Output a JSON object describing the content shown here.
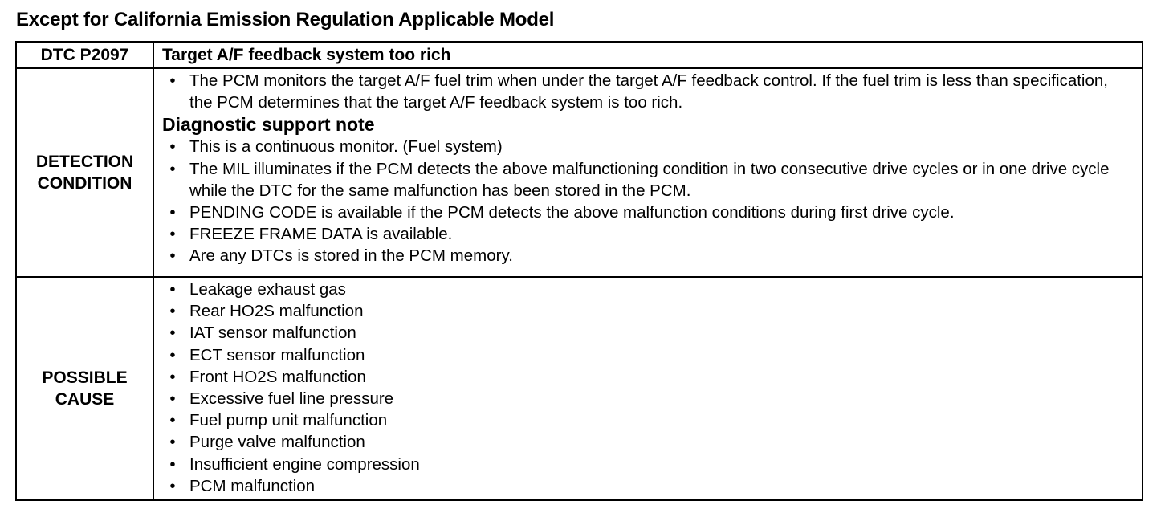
{
  "title": "Except for California Emission Regulation Applicable Model",
  "header": {
    "label": "DTC P2097",
    "value": "Target A/F feedback system too rich"
  },
  "detection_condition": {
    "label_line1": "DETECTION",
    "label_line2": "CONDITION",
    "intro_bullets": [
      "The PCM monitors the target A/F fuel trim when under the target A/F feedback control. If the fuel trim is less than specification, the PCM determines that the target A/F feedback system is too rich."
    ],
    "subheading": "Diagnostic support note",
    "note_bullets": [
      "This is a continuous monitor. (Fuel system)",
      "The MIL illuminates if the PCM detects the above malfunctioning condition in two consecutive drive cycles or in one drive cycle while the DTC for the same malfunction has been stored in the PCM.",
      "PENDING CODE is available if the PCM detects the above malfunction conditions during first drive cycle.",
      "FREEZE FRAME DATA is available.",
      "Are any DTCs is stored in the PCM memory."
    ]
  },
  "possible_cause": {
    "label_line1": "POSSIBLE",
    "label_line2": "CAUSE",
    "bullets": [
      "Leakage exhaust gas",
      "Rear HO2S malfunction",
      "IAT sensor malfunction",
      "ECT sensor malfunction",
      "Front HO2S malfunction",
      "Excessive fuel line pressure",
      "Fuel pump unit malfunction",
      "Purge valve malfunction",
      "Insufficient engine compression",
      "PCM malfunction"
    ]
  },
  "bullet_glyph": "•"
}
